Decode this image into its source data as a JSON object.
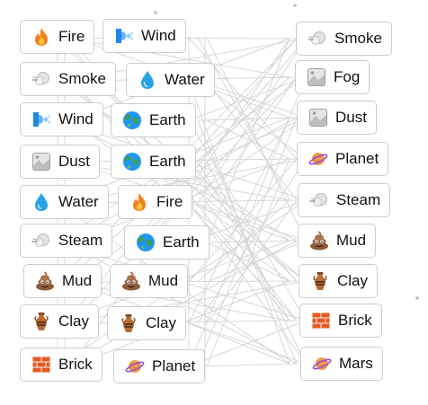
{
  "canvas": {
    "elements": [
      {
        "label": "Fire",
        "icon": "fire-icon"
      },
      {
        "label": "Wind",
        "icon": "wind-icon"
      },
      {
        "label": "Smoke",
        "icon": "smoke-icon"
      },
      {
        "label": "Water",
        "icon": "water-icon"
      },
      {
        "label": "Wind",
        "icon": "wind-icon"
      },
      {
        "label": "Earth",
        "icon": "earth-icon"
      },
      {
        "label": "Dust",
        "icon": "dust-icon"
      },
      {
        "label": "Earth",
        "icon": "earth-icon"
      },
      {
        "label": "Water",
        "icon": "water-icon"
      },
      {
        "label": "Fire",
        "icon": "fire-icon"
      },
      {
        "label": "Steam",
        "icon": "steam-icon"
      },
      {
        "label": "Earth",
        "icon": "earth-icon"
      },
      {
        "label": "Mud",
        "icon": "mud-icon"
      },
      {
        "label": "Mud",
        "icon": "mud-icon"
      },
      {
        "label": "Clay",
        "icon": "clay-icon"
      },
      {
        "label": "Clay",
        "icon": "clay-icon"
      },
      {
        "label": "Brick",
        "icon": "brick-icon"
      },
      {
        "label": "Planet",
        "icon": "planet-icon"
      }
    ]
  },
  "results": [
    {
      "label": "Smoke",
      "icon": "smoke-icon"
    },
    {
      "label": "Fog",
      "icon": "fog-icon"
    },
    {
      "label": "Dust",
      "icon": "dust-icon"
    },
    {
      "label": "Planet",
      "icon": "planet-icon"
    },
    {
      "label": "Steam",
      "icon": "steam-icon"
    },
    {
      "label": "Mud",
      "icon": "mud-icon"
    },
    {
      "label": "Clay",
      "icon": "clay-icon"
    },
    {
      "label": "Brick",
      "icon": "brick-icon"
    },
    {
      "label": "Mars",
      "icon": "mars-icon"
    }
  ],
  "colors": {
    "chip_border": "#c8cdd3",
    "link_line": "#d7d7d7",
    "text": "#111111"
  }
}
